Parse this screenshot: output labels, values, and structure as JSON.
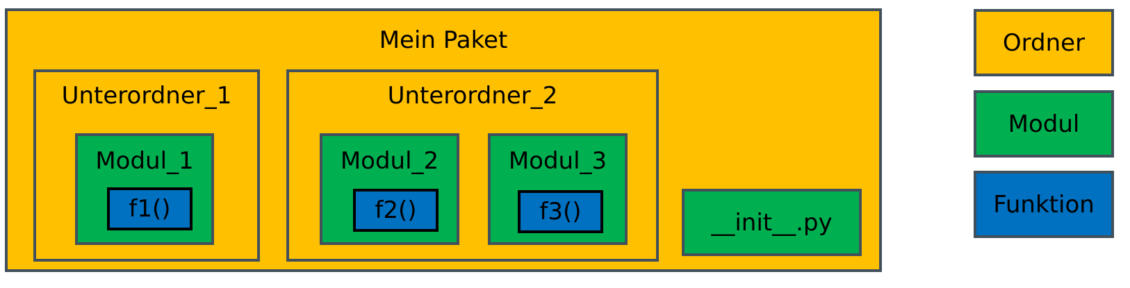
{
  "diagram": {
    "package": {
      "title": "Mein Paket"
    },
    "subfolders": [
      {
        "title": "Unterordner_1"
      },
      {
        "title": "Unterordner_2"
      }
    ],
    "modules": [
      {
        "title": "Modul_1",
        "function": "f1()"
      },
      {
        "title": "Modul_2",
        "function": "f2()"
      },
      {
        "title": "Modul_3",
        "function": "f3()"
      }
    ],
    "init_file": "__init__.py"
  },
  "legend": {
    "items": [
      {
        "label": "Ordner",
        "color": "#ffc000"
      },
      {
        "label": "Modul",
        "color": "#00b050"
      },
      {
        "label": "Funktion",
        "color": "#0070c0"
      }
    ]
  },
  "colors": {
    "folder": "#ffc000",
    "module": "#00b050",
    "function": "#0070c0",
    "border": "#41505a"
  }
}
